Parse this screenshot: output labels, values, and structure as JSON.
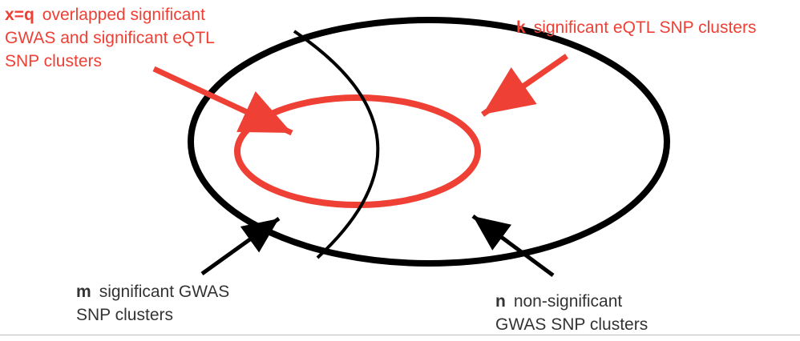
{
  "labels": {
    "overlap": {
      "symbol": "x=q",
      "line1": "overlapped significant",
      "line2": "GWAS and significant eQTL",
      "line3": "SNP clusters"
    },
    "eqtl": {
      "symbol": "k",
      "text": "significant eQTL SNP clusters"
    },
    "gwas": {
      "symbol": "m",
      "line1": "significant GWAS",
      "line2": "SNP clusters"
    },
    "nonsig": {
      "symbol": "n",
      "line1": "non-significant",
      "line2": "GWAS SNP clusters"
    }
  },
  "colors": {
    "highlight": "#ee4035",
    "outline": "#000000",
    "text": "#333333"
  }
}
